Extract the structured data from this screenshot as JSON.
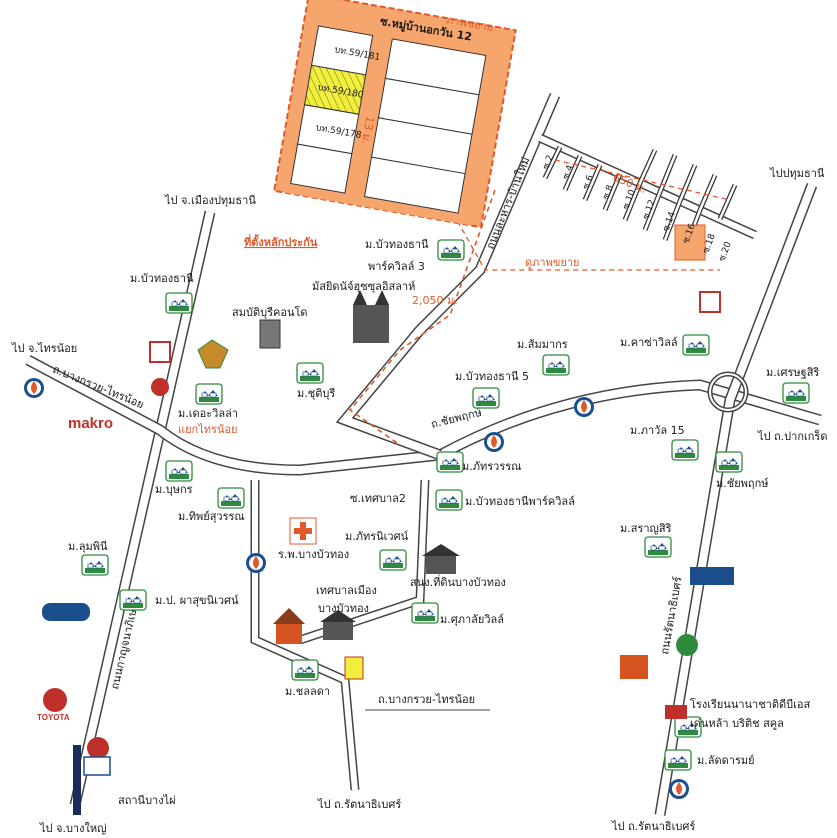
{
  "colors": {
    "land_plot": "#f6a66c",
    "plot_border": "#e0592a",
    "highlight": "#f2ee3c",
    "route": "#e0592a",
    "road_edge": "#444444",
    "home_icon": "#2e8b3e"
  },
  "plot": {
    "road_name": "ซ.หมู่บ้านอกวัน 12",
    "road_note": "ภาพขยาย",
    "lot_labels": [
      "บท.59/181",
      "บท.59/180",
      "บท.59/178"
    ],
    "width_label": "13 ม."
  },
  "location_label": "ที่ตั้งหลักประกัน",
  "zoom_label": "ดูภาพขยาย",
  "distances": {
    "d1": "2,050 ม.",
    "d2": "650 ม."
  },
  "road_labels": {
    "bangkruai": "ถ.บางกรวย-ไทรน้อย",
    "ratchaphruek": "ถ.ชัยพฤกษ์",
    "kanchana": "ถนนกาญจนาภิเษก",
    "rattanathibet_road": "ถนนรัตนาธิเบศร์",
    "bang_bua_thong_road": "ถนนละหาร-บ้านใหม่",
    "thetsaban": "ซ.เทศบาล2",
    "bangkruai_bottom": "ถ.บางกรวย-ไทรน้อย"
  },
  "soi_labels": [
    "ซ.2",
    "ซ.4",
    "ซ.6",
    "ซ.8",
    "ซ.10",
    "ซ.12",
    "ซ.14",
    "ซ.16",
    "ซ.18",
    "ซ.20"
  ],
  "directions": {
    "top_left": "ไป จ.เมืองปทุมธานี",
    "top_right": "ไปปทุมธานี",
    "left": "ไป จ.ไทรน้อย",
    "right": "ไป ถ.ปากเกร็ด",
    "bottom_left": "ไป จ.บางใหญ่",
    "bottom_mid": "ไป ถ.รัตนาธิเบศร์",
    "bottom_right": "ไป ถ.รัตนาธิเบศร์"
  },
  "places": [
    {
      "name": "ม.บัวทองธานี"
    },
    {
      "name": "ม.บัวทองธานี"
    },
    {
      "name": "พาร์ควิลล์ 3"
    },
    {
      "name": "มัสยิดนัจ์ฮุซซุลอิสลาห์"
    },
    {
      "name": "สมบัติบุรีคอนโด"
    },
    {
      "name": "ม.ชุติบุรี"
    },
    {
      "name": "ม.เดอะวิลล่า"
    },
    {
      "name": "แยกไทรน้อย"
    },
    {
      "name": "ม.ส้มมากร"
    },
    {
      "name": "ม.คาซ่าวิลล์"
    },
    {
      "name": "ม.เศรษฐสิริ"
    },
    {
      "name": "ม.บัวทองธานี 5"
    },
    {
      "name": "ม.ภาวัล 15"
    },
    {
      "name": "ม.ภัทรวรรณ"
    },
    {
      "name": "ม.ชัยพฤกษ์"
    },
    {
      "name": "ม.บุษกร"
    },
    {
      "name": "ม.บัวทองธานีพาร์ควิลล์"
    },
    {
      "name": "ม.ทิพย์สุวรรณ"
    },
    {
      "name": "ม.ภัทรนิเวศน์"
    },
    {
      "name": "ม.สราญสิริ"
    },
    {
      "name": "ม.ลุมพินี"
    },
    {
      "name": "ร.พ.บางบัวทอง"
    },
    {
      "name": "สนง.ที่ดินบางบัวทอง"
    },
    {
      "name": "ม.ป. ผาสุขนิเวศน์"
    },
    {
      "name": "เทศบาลเมือง"
    },
    {
      "name": "บางบัวทอง"
    },
    {
      "name": "ม.ศุภาลัยวิลล์"
    },
    {
      "name": "ม.ชลลดา"
    },
    {
      "name": "โรงเรียนนานาชาติดีบีเอส"
    },
    {
      "name": "เด่นหล้า บริติช สคูล"
    },
    {
      "name": "ม.ลัดดารมย์"
    },
    {
      "name": "สถานีบางไผ่"
    }
  ],
  "brands": {
    "makro": "makro",
    "toyota": "TOYOTA"
  }
}
